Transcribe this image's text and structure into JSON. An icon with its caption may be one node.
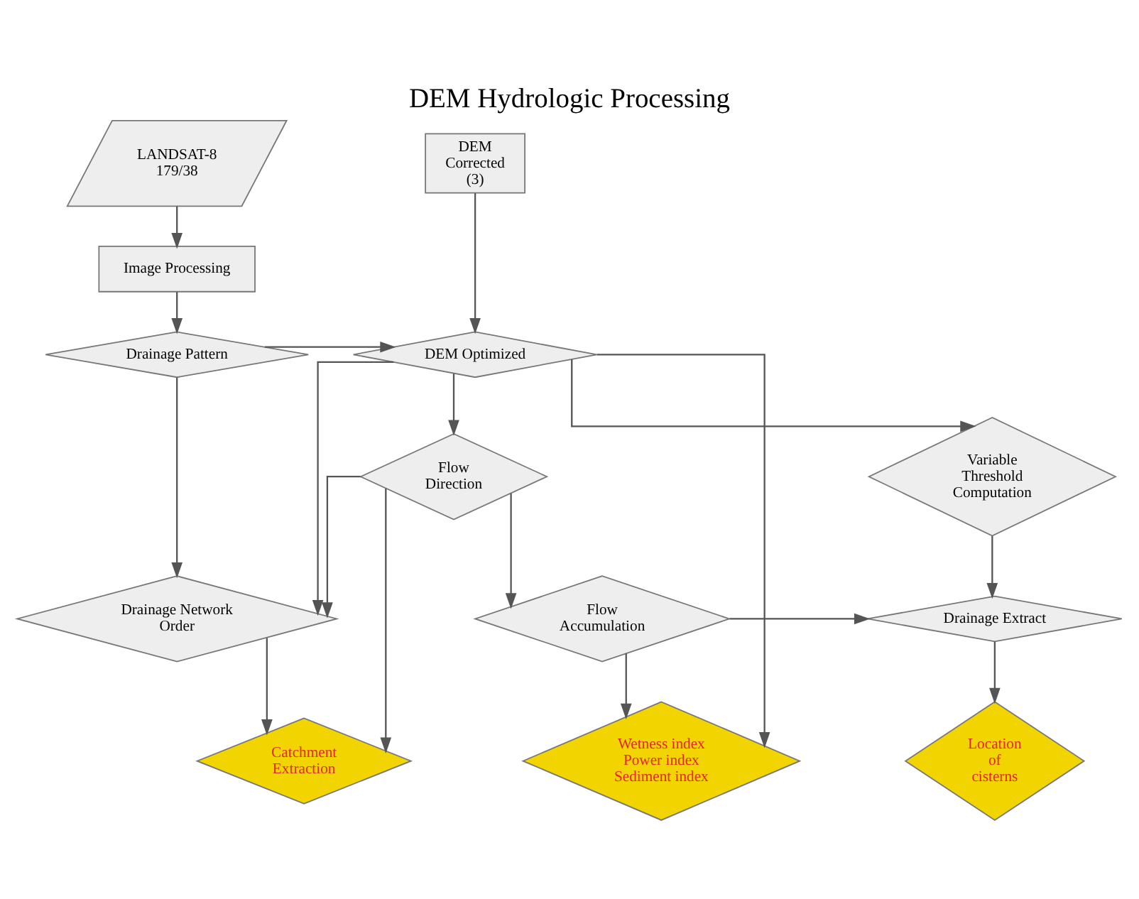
{
  "diagram": {
    "title": "DEM Hydrologic Processing",
    "nodes": [
      {
        "text": [
          "LANDSAT-8 179/38"
        ]
      },
      {
        "text": [
          "Image Processing"
        ]
      },
      {
        "text": [
          "Drainage Pattern"
        ]
      },
      {
        "text": [
          "DEM Corrected (3)"
        ]
      },
      {
        "text": [
          "DEM Optimized"
        ]
      },
      {
        "text": [
          "Variable Threshold Computation"
        ]
      },
      {
        "text": [
          "Flow Direction"
        ]
      },
      {
        "text": [
          "Drainage Network Order"
        ]
      },
      {
        "text": [
          "Drainage Extract"
        ]
      },
      {
        "text": [
          "Flow Accumulation"
        ]
      },
      {
        "text": [
          "Wetness index Power index Sediment index"
        ]
      },
      {
        "text": [
          "Location of cisterns"
        ]
      },
      {
        "text": [
          "Catchment Extraction"
        ]
      }
    ],
    "edges": [
      {
        "from": 0,
        "to": 1,
        "arrow": "to"
      },
      {
        "from": 1,
        "to": 2,
        "arrow": "to"
      },
      {
        "from": 2,
        "to": 4,
        "arrow": "to"
      },
      {
        "from": 3,
        "to": 4,
        "arrow": "to"
      },
      {
        "from": 4,
        "to": 7,
        "arrow": "to"
      },
      {
        "from": 4,
        "to": 5,
        "arrow": "to"
      },
      {
        "from": 4,
        "to": 6,
        "arrow": "to"
      },
      {
        "from": 4,
        "to": 10,
        "arrow": "to"
      },
      {
        "from": 2,
        "to": 7,
        "arrow": "to"
      },
      {
        "from": 5,
        "to": 8,
        "arrow": "to"
      },
      {
        "from": 6,
        "to": 7,
        "arrow": "to"
      },
      {
        "from": 6,
        "to": 9,
        "arrow": "to"
      },
      {
        "from": 6,
        "to": 12,
        "arrow": "to"
      },
      {
        "from": 9,
        "to": 8,
        "arrow": "to"
      },
      {
        "from": 9,
        "to": 10,
        "arrow": "to"
      },
      {
        "from": 7,
        "to": 12,
        "arrow": "to"
      },
      {
        "from": 8,
        "to": 11,
        "arrow": "to"
      }
    ]
  }
}
